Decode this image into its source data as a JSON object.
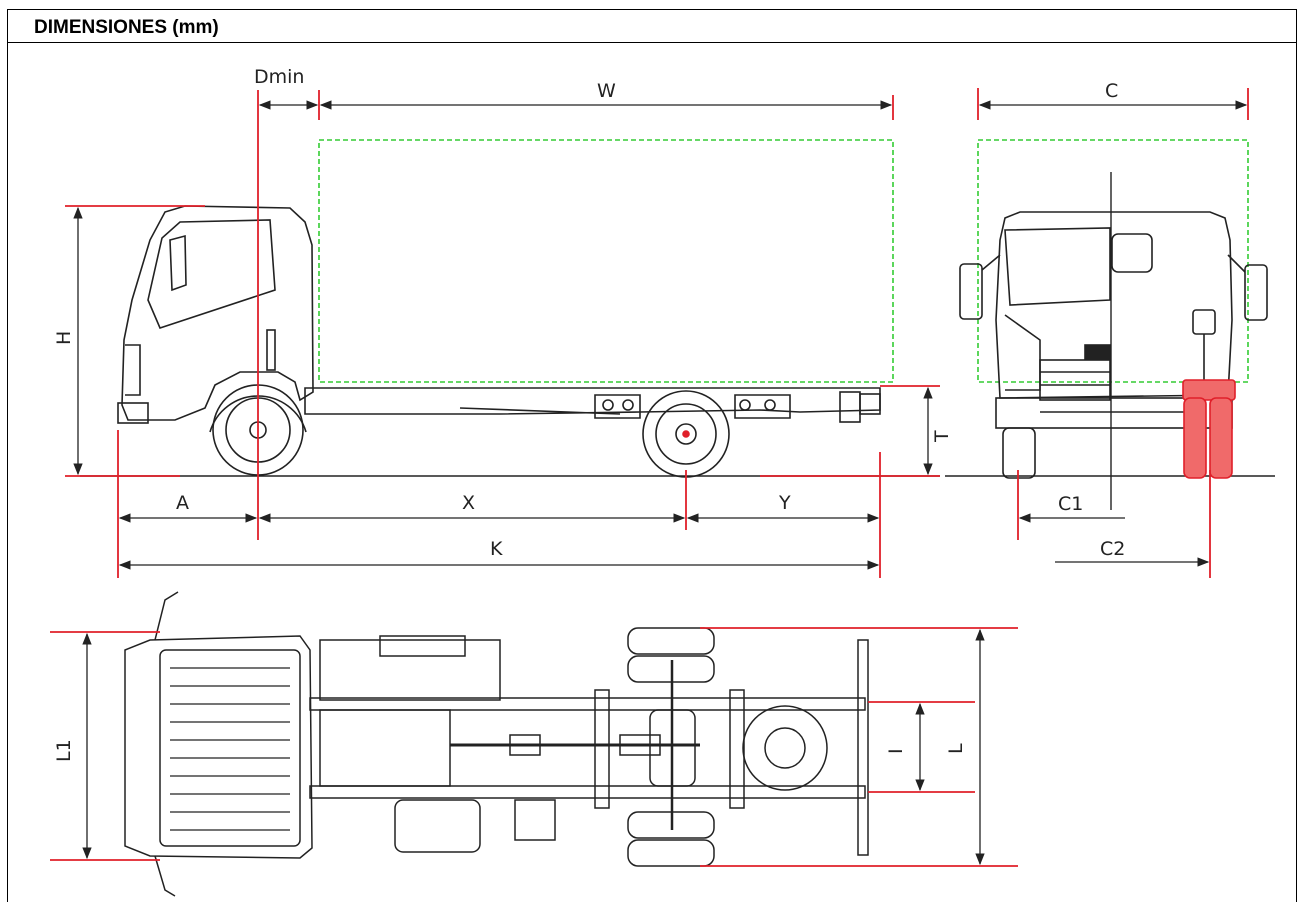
{
  "header": {
    "title": "DIMENSIONES (mm)"
  },
  "labels": {
    "dmin": "Dmin",
    "w": "W",
    "c": "C",
    "h": "H",
    "t": "T",
    "a": "A",
    "x": "X",
    "y": "Y",
    "k": "K",
    "c1": "C1",
    "c2": "C2",
    "l1": "L1",
    "i": "I",
    "l": "L"
  },
  "colors": {
    "dimension": "#e0202a",
    "cargo_box": "#33cc33",
    "outline": "#222222",
    "rear_wheels": "#e0202a"
  }
}
